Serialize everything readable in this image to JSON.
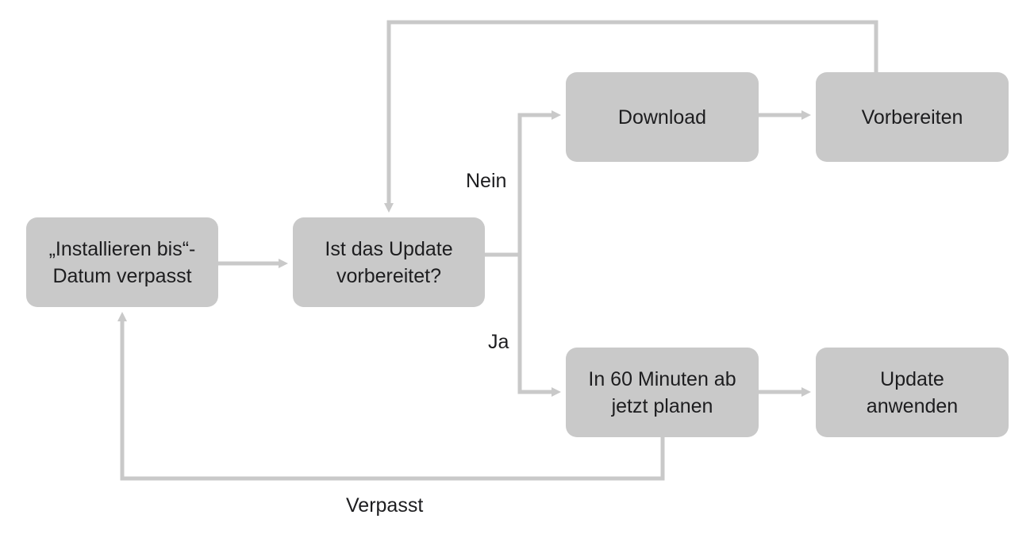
{
  "diagram": {
    "colors": {
      "node_fill": "#c9c9c9",
      "connector": "#c9c9c9",
      "text": "#1d1d1f",
      "background": "#ffffff"
    },
    "nodes": {
      "install_by_missed": {
        "line1": "„Installieren bis“-",
        "line2": "Datum verpasst"
      },
      "update_prepared": {
        "line1": "Ist das Update",
        "line2": "vorbereitet?"
      },
      "download": {
        "line1": "Download"
      },
      "prepare": {
        "line1": "Vorbereiten"
      },
      "schedule": {
        "line1": "In 60 Minuten ab",
        "line2": "jetzt planen"
      },
      "apply_update": {
        "line1": "Update",
        "line2": "anwenden"
      }
    },
    "edge_labels": {
      "no": "Nein",
      "yes": "Ja",
      "missed": "Verpasst"
    }
  }
}
